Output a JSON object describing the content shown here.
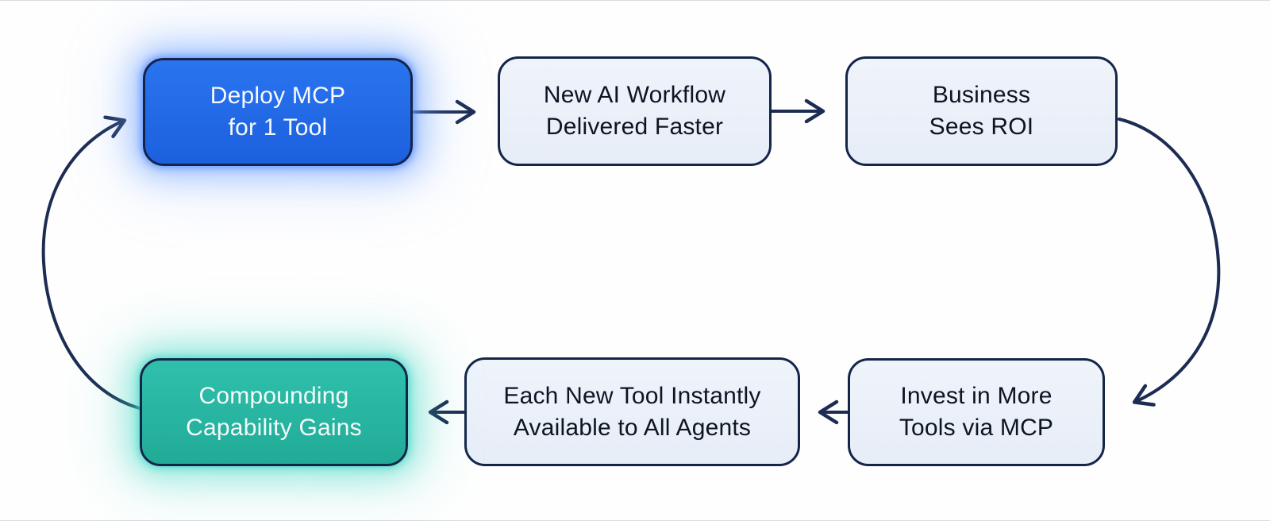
{
  "colors": {
    "node_border": "#15254a",
    "arrow": "#1c2c52",
    "node_blue": "#1c60de",
    "node_teal": "#21ab97",
    "node_light": "#eaf0f8",
    "text_dark": "#0d1422",
    "text_light": "#f6faff",
    "glow_blue": "#689eff",
    "glow_teal": "#40d8c4"
  },
  "nodes": [
    {
      "id": "deploy-mcp",
      "style": "blue",
      "lines": [
        "Deploy MCP",
        "for 1 Tool"
      ]
    },
    {
      "id": "new-ai-workflow",
      "style": "light",
      "lines": [
        "New AI Workflow",
        "Delivered Faster"
      ]
    },
    {
      "id": "business-sees-roi",
      "style": "light",
      "lines": [
        "Business",
        "Sees ROI"
      ]
    },
    {
      "id": "invest-more-tools",
      "style": "light",
      "lines": [
        "Invest in More",
        "Tools via MCP"
      ]
    },
    {
      "id": "each-new-tool",
      "style": "light",
      "lines": [
        "Each New Tool Instantly",
        "Available to All Agents"
      ]
    },
    {
      "id": "compounding-gains",
      "style": "teal",
      "lines": [
        "Compounding",
        "Capability Gains"
      ]
    }
  ],
  "edges": [
    {
      "from": "deploy-mcp",
      "to": "new-ai-workflow"
    },
    {
      "from": "new-ai-workflow",
      "to": "business-sees-roi"
    },
    {
      "from": "business-sees-roi",
      "to": "invest-more-tools"
    },
    {
      "from": "invest-more-tools",
      "to": "each-new-tool"
    },
    {
      "from": "each-new-tool",
      "to": "compounding-gains"
    },
    {
      "from": "compounding-gains",
      "to": "deploy-mcp"
    }
  ]
}
